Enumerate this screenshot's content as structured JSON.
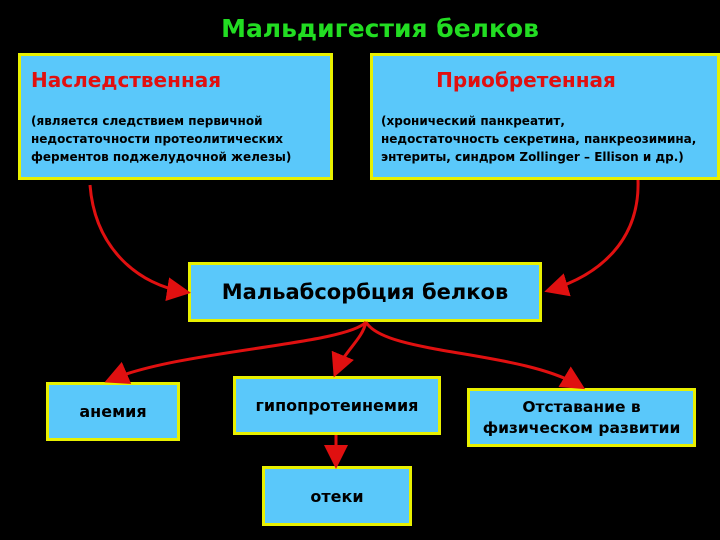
{
  "title": "Мальдигестия белков",
  "hereditary": {
    "heading": "Наследственная",
    "description": "(является следствием первичной\nнедостаточности протеолитических\nферментов поджелудочной железы)"
  },
  "acquired": {
    "heading": "Приобретенная",
    "description": "(хронический панкреатит,\nнедостаточность секретина, панкреозимина,\nэнтериты,  синдром Zollinger – Ellison и др.)"
  },
  "malabsorption": "Мальабсорбция белков",
  "outcomes": {
    "anemia": "анемия",
    "hypoproteinemia": "гипопротеинемия",
    "development": "Отставание в\nфизическом развитии",
    "edema": "отеки"
  },
  "colors": {
    "background": "#000000",
    "box_fill": "#5ac8fa",
    "box_border": "#e8f000",
    "title": "#22dd22",
    "heading": "#e01010",
    "arrow": "#e01010"
  }
}
